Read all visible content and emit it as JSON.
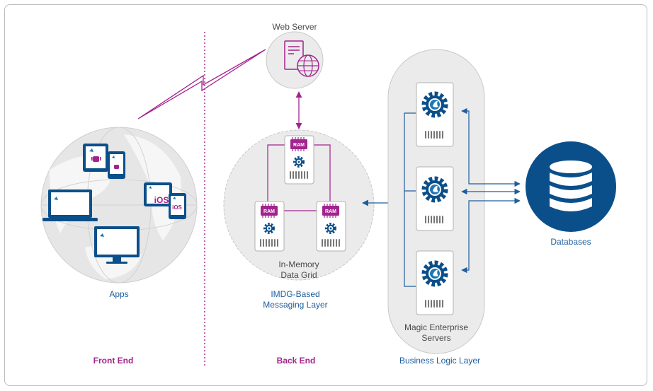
{
  "labels": {
    "web_server": "Web Server",
    "apps": "Apps",
    "imdg_line1": "In-Memory",
    "imdg_line2": "Data Grid",
    "messaging_line1": "IMDG-Based",
    "messaging_line2": "Messaging Layer",
    "magic_line1": "Magic Enterprise",
    "magic_line2": "Servers",
    "databases": "Databases",
    "front_end": "Front End",
    "back_end": "Back End",
    "business_logic": "Business Logic Layer",
    "ram": "RAM",
    "ios": "iOS"
  },
  "colors": {
    "magenta": "#a3238e",
    "blue": "#1f5d9e",
    "dark_blue": "#0b4f8a",
    "gray_fill": "#ebebeb",
    "outline": "#bdbdbd"
  },
  "icons": [
    "document-globe-icon",
    "chip-icon",
    "gear-icon",
    "vent-icon",
    "database-icon",
    "tablet-icon",
    "phone-icon",
    "laptop-icon",
    "monitor-icon",
    "android-icon",
    "ios-icon",
    "lightning-link-icon"
  ]
}
